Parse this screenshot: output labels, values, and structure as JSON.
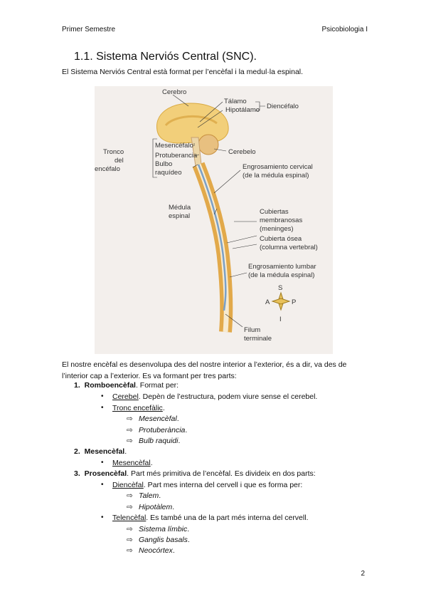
{
  "header": {
    "left": "Primer Semestre",
    "right": "Psicobiologia I"
  },
  "title": "1.1. Sistema Nerviós Central (SNC).",
  "intro": "El Sistema Nerviós Central està format per l’encèfal i la medul·la espinal.",
  "figure": {
    "labels": {
      "cerebro": "Cerebro",
      "talamo": "Tálamo",
      "hipotalamo": "Hipotálamo",
      "diencefalo": "Diencéfalo",
      "tronco1": "Tronco",
      "tronco2": "del",
      "tronco3": "encéfalo",
      "mesencefalo": "Mesencéfalo",
      "protuberancia": "Protuberancia",
      "bulbo1": "Bulbo",
      "bulbo2": "raquídeo",
      "cerebelo": "Cerebelo",
      "cervical1": "Engrosamiento cervical",
      "cervical2": "(de la médula espinal)",
      "medula1": "Médula",
      "medula2": "espinal",
      "cub1": "Cubiertas",
      "cub2": "membranosas",
      "cub3": "(meninges)",
      "osea1": "Cubierta ósea",
      "osea2": "(columna vertebral)",
      "lumbar1": "Engrosamiento lumbar",
      "lumbar2": "(de la médula espinal)",
      "filum1": "Filum",
      "filum2": "terminale",
      "s": "S",
      "a": "A",
      "p": "P",
      "i": "I"
    }
  },
  "paragraph": "El nostre encèfal es desenvolupa des del nostre interior a l’exterior, és a dir, va des de l’interior cap a l’exterior. Es va formant per tres parts:",
  "list": {
    "n1": "1.",
    "rombo": "Romboencèfal",
    "rombo_rest": ". Format per:",
    "cerebel": "Cerebel",
    "cerebel_rest": ". Depèn de l’estructura, podem viure sense el cerebel.",
    "tronc": "Tronc encefàlic",
    "tronc_rest": ".",
    "mesen_i": "Mesencèfal",
    "protu": "Protuberància",
    "bulb": "Bulb raquidi",
    "n2": "2.",
    "mesen": "Mesencèfal",
    "mesen_rest": ".",
    "mesen_b": "Mesencèfal",
    "mesen_b_rest": ".",
    "n3": "3.",
    "prosen": "Prosencèfal",
    "prosen_rest": ". Part més primitiva de l’encèfal. Es divideix en dos parts:",
    "dien": "Diencèfal",
    "dien_rest": ". Part mes interna del cervell i que es forma per:",
    "talem": "Talem",
    "hipot": "Hipotàlem",
    "telen": "Telencèfal",
    "telen_rest": ". Es també una de la part més interna del cervell.",
    "limbic": "Sistema límbic",
    "ganglis": "Ganglis basals",
    "neo": "Neocórtex"
  },
  "page_number": "2",
  "symbols": {
    "bullet": "•",
    "arrow": "⇨",
    "period": "."
  }
}
